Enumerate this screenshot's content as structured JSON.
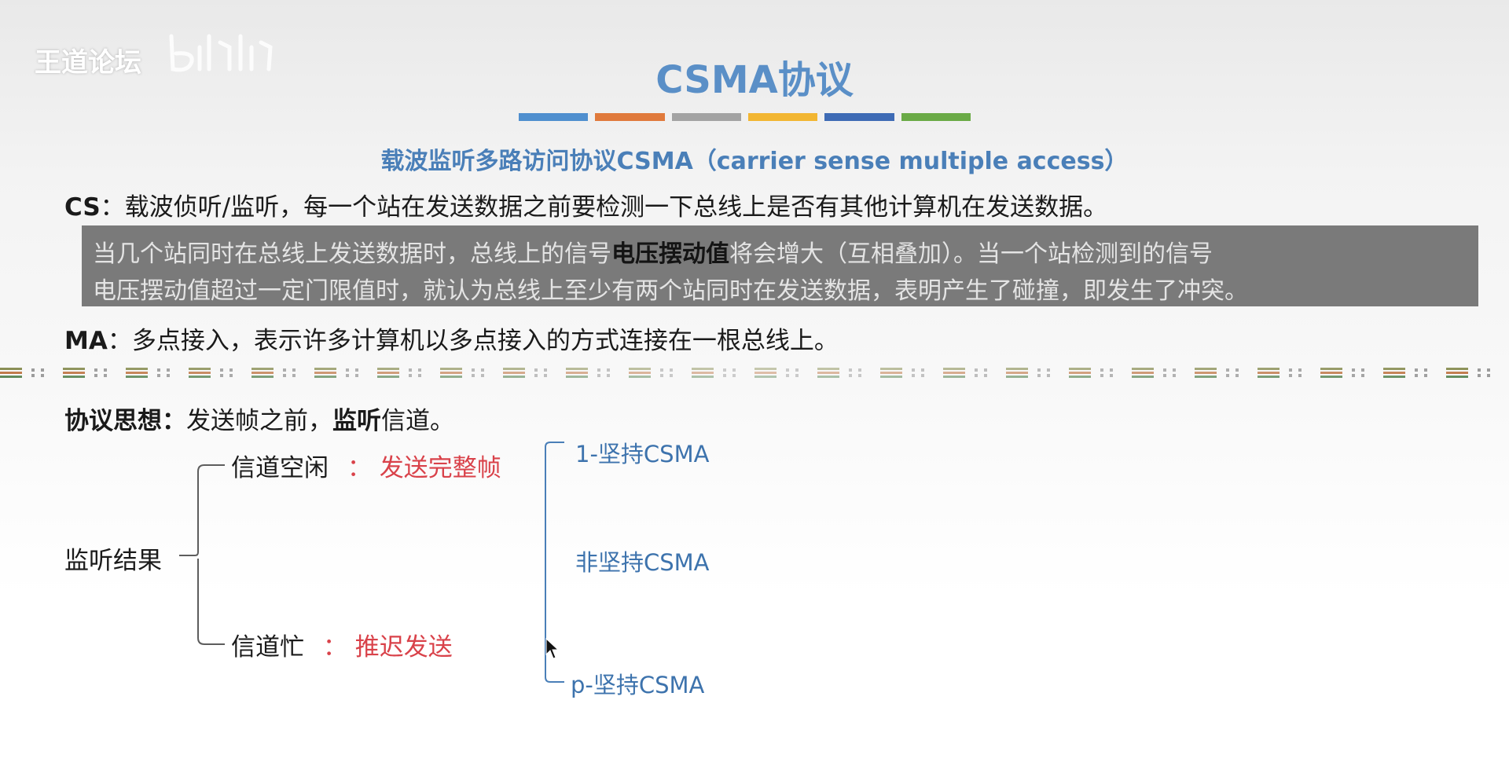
{
  "watermark": {
    "text": "王道论坛"
  },
  "slide": {
    "title": "CSMA协议",
    "subtitle": "载波监听多路访问协议CSMA（carrier sense multiple access）",
    "cs": {
      "label": "CS",
      "text": "：载波侦听/监听，每一个站在发送数据之前要检测一下总线上是否有其他计算机在发送数据。"
    },
    "note": {
      "line1_before": "当几个站同时在总线上发送数据时，总线上的信号",
      "line1_highlight": "电压摆动值",
      "line1_after": "将会增大（互相叠加）。当一个站检测到的信号",
      "line2": "电压摆动值超过一定门限值时，就认为总线上至少有两个站同时在发送数据，表明产生了碰撞，即发生了冲突。"
    },
    "ma": {
      "label": "MA",
      "text": "：多点接入，表示许多计算机以多点接入的方式连接在一根总线上。"
    },
    "idea": {
      "label": "协议思想：",
      "text1": "发送帧之前，",
      "bold": "监听",
      "text2": "信道。"
    },
    "tree": {
      "root": "监听结果",
      "idle": {
        "label": "信道空闲",
        "sep": "：",
        "action": "发送完整帧"
      },
      "busy": {
        "label": "信道忙",
        "sep": "：",
        "action": "推迟发送"
      },
      "types": [
        "1-坚持CSMA",
        "非坚持CSMA",
        "p-坚持CSMA"
      ]
    }
  },
  "colors": {
    "title": "#5a8fc7",
    "red_text": "#d9424a",
    "blue_text": "#3d73ad",
    "note_bg": "#7a7a7a",
    "bars": [
      "#4f8fcf",
      "#e07a3c",
      "#a3a3a3",
      "#f2b632",
      "#3e6bb5",
      "#6aaa46"
    ]
  }
}
